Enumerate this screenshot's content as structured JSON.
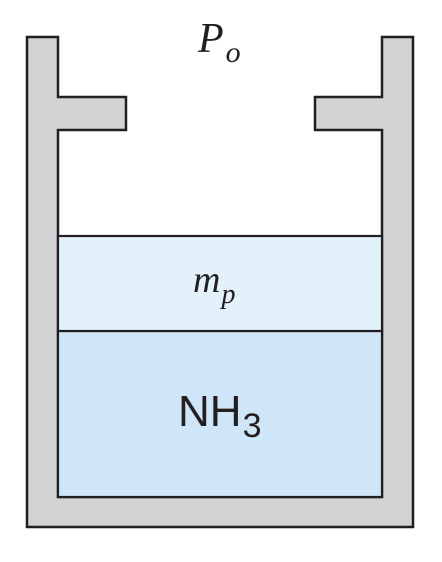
{
  "diagram": {
    "ambient_pressure": {
      "symbol": "P",
      "subscript": "o"
    },
    "piston": {
      "symbol": "m",
      "subscript": "p"
    },
    "gas": {
      "symbol": "NH",
      "subscript": "3"
    },
    "colors": {
      "wall_fill": "#d1d3d4",
      "outline": "#231f20",
      "piston_fill": "#e3f1fb",
      "gas_fill": "#cfe6f8",
      "background": "#ffffff"
    }
  }
}
